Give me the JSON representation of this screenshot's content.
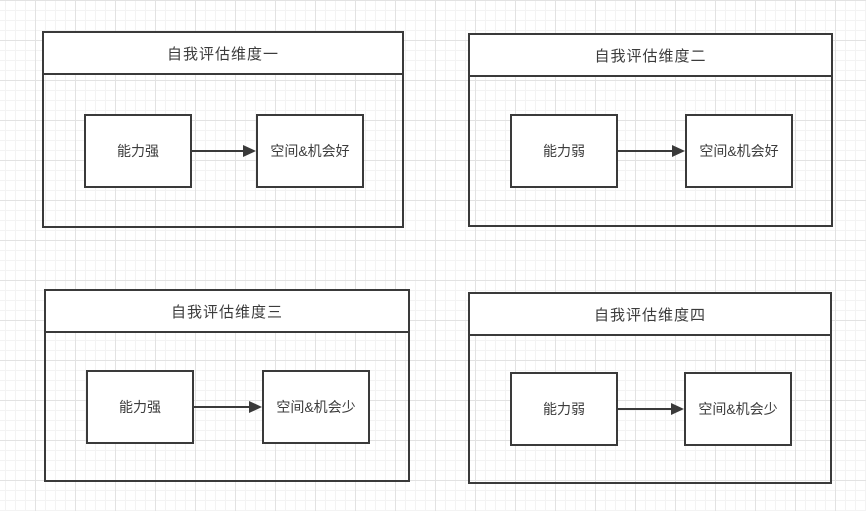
{
  "canvas": {
    "background_color": "#ffffff",
    "grid_minor_color": "#f3f3f3",
    "grid_major_color": "#e2e2e2",
    "shape_stroke_color": "#3a3a3a",
    "shape_fill_color": "#ffffff",
    "text_color": "#3c3c3c"
  },
  "quadrants": [
    {
      "title": "自我评估维度一",
      "left_node": "能力强",
      "right_node": "空间&机会好"
    },
    {
      "title": "自我评估维度二",
      "left_node": "能力弱",
      "right_node": "空间&机会好"
    },
    {
      "title": "自我评估维度三",
      "left_node": "能力强",
      "right_node": "空间&机会少"
    },
    {
      "title": "自我评估维度四",
      "left_node": "能力弱",
      "right_node": "空间&机会少"
    }
  ]
}
